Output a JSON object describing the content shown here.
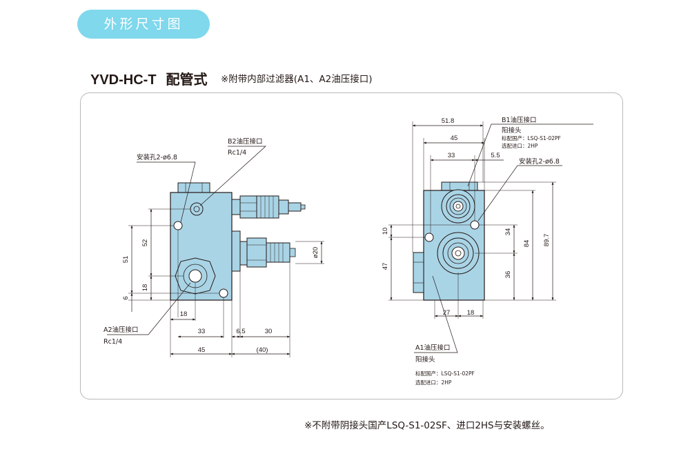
{
  "header": {
    "tab_label": "外形尺寸图"
  },
  "title": {
    "model": "YVD-HC-T",
    "style": "配管式",
    "note": "※附带内部过滤器(A1、A2油压接口)"
  },
  "left_view": {
    "label_mount": "安装孔2-ø6.8",
    "label_b2": "B2油压接口",
    "label_b2_thread": "Rc1/4",
    "label_a2": "A2油压接口",
    "label_a2_thread": "Rc1/4",
    "dims": {
      "d51": "51",
      "d52": "52",
      "d18v": "18",
      "d6": "6",
      "d18h": "18",
      "d33": "33",
      "d6_5": "6.5",
      "d30": "30",
      "d45": "45",
      "d40": "(40)",
      "phi20": "ø20"
    }
  },
  "right_view": {
    "label_b1": "B1油压接口",
    "label_b1_conn": "阳接头",
    "label_b1_std": "标配国产：LSQ-S1-02PF",
    "label_b1_opt": "选配进口：2HP",
    "label_mount": "安装孔2-ø6.8",
    "label_a1": "A1油压接口",
    "label_a1_conn": "阳接头",
    "label_a1_std": "标配国产：LSQ-S1-02PF",
    "label_a1_opt": "选配进口：2HP",
    "dims": {
      "d51_8": "51.8",
      "d45": "45",
      "d33": "33",
      "d5_5": "5.5",
      "d10": "10",
      "d47": "47",
      "d34": "34",
      "d84": "84",
      "d89_7": "89.7",
      "d36": "36",
      "d27": "27",
      "d18": "18"
    }
  },
  "footnote": "※不附带阴接头国产LSQ-S1-02SF、进口2HS与安装螺丝。",
  "colors": {
    "body": "#a9d4e6",
    "tab": "#7fd8ec",
    "line": "#231815",
    "panel_border": "#b9b9b9"
  }
}
